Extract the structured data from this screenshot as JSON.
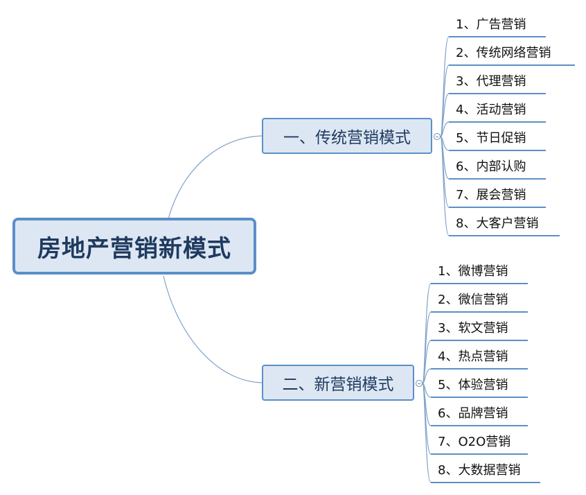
{
  "root": {
    "label": "房地产营销新模式"
  },
  "branches": [
    {
      "label": "一、传统营销模式",
      "items": [
        "1、广告营销",
        "2、传统网络营销",
        "3、代理营销",
        "4、活动营销",
        "5、节日促销",
        "6、内部认购",
        "7、展会营销",
        "8、大客户营销"
      ]
    },
    {
      "label": "二、新营销模式",
      "items": [
        "1、微博营销",
        "2、微信营销",
        "3、软文营销",
        "4、热点营销",
        "5、体验营销",
        "6、品牌营销",
        "7、O2O营销",
        "8、大数据营销"
      ]
    }
  ],
  "colors": {
    "accent": "#5b8fc7",
    "fill": "#dde7f3",
    "text": "#1f3a5f",
    "wire": "#7fa2c9"
  }
}
